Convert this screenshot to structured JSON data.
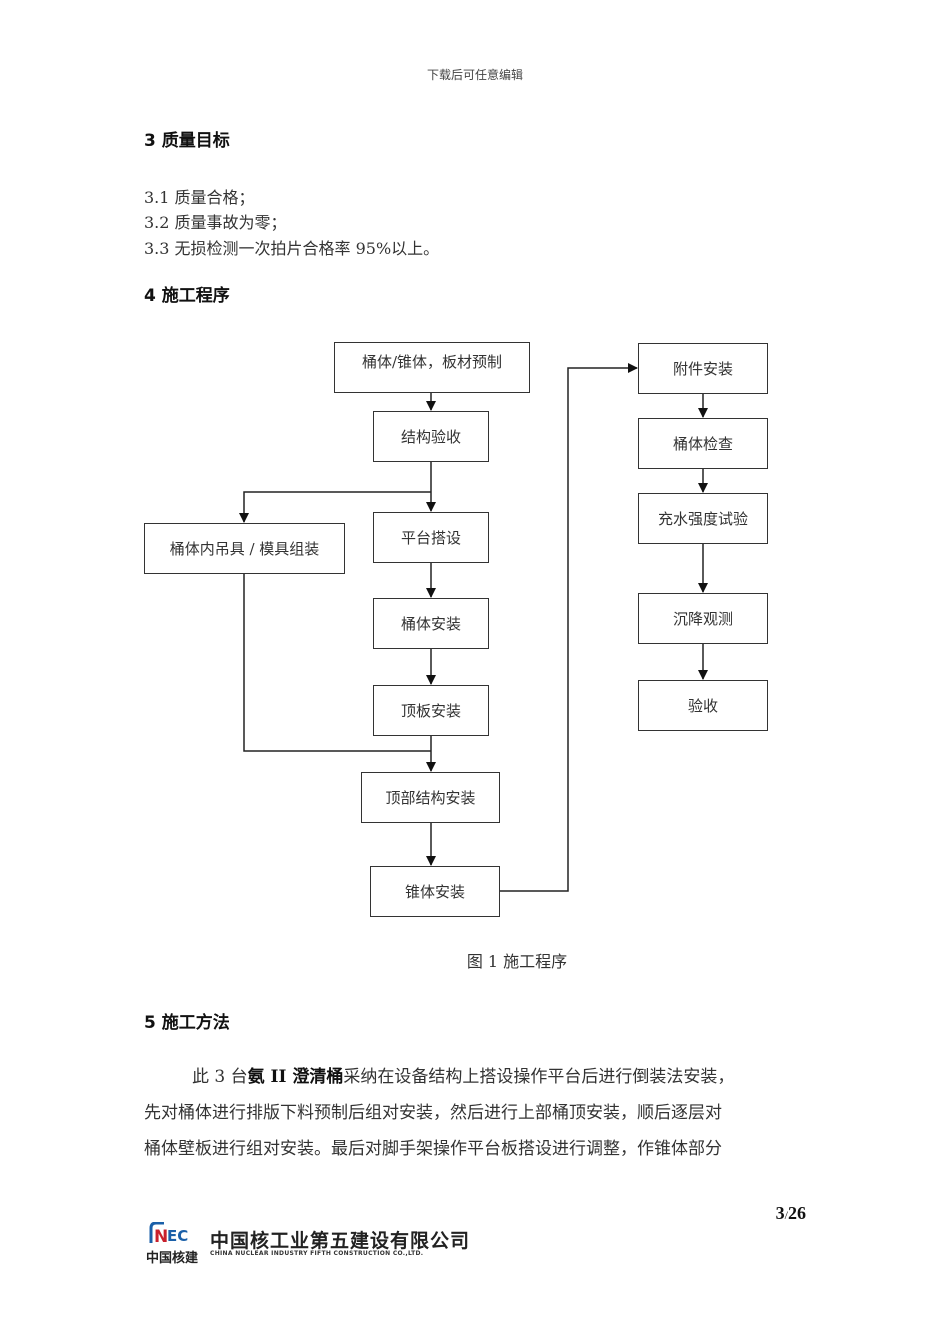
{
  "header_note": "下载后可任意编辑",
  "sections": {
    "s3": {
      "title": "3  质量目标",
      "items": [
        "3.1 质量合格；",
        "3.2 质量事故为零；",
        "3.3 无损检测一次拍片合格率 95%以上。"
      ]
    },
    "s4": {
      "title": "4  施工程序"
    },
    "s5": {
      "title": "5  施工方法",
      "para_prefix": "此 3 台",
      "para_bold": "氨 II 澄清桶",
      "para_line1_rest": "采纳在设备结构上搭设操作平台后进行倒装法安装，",
      "para_line2": "先对桶体进行排版下料预制后组对安装，然后进行上部桶顶安装，顺后逐层对",
      "para_line3": "桶体壁板进行组对安装。最后对脚手架操作平台板搭设进行调整，作锥体部分"
    }
  },
  "flowchart": {
    "nodes": {
      "prefab": "桶体/锥体，板材预制",
      "struct_accept": "结构验收",
      "inner_hoist": "桶体内吊具 / 模具组装",
      "platform": "平台搭设",
      "shell_install": "桶体安装",
      "roof_install": "顶板安装",
      "top_struct": "顶部结构安装",
      "cone_install": "锥体安装",
      "attachments": "附件安装",
      "shell_check": "桶体检查",
      "water_test": "充水强度试验",
      "settlement": "沉降观测",
      "final_accept": "验收"
    },
    "caption": "图 1   施工程序"
  },
  "footer": {
    "page_current": "3",
    "page_sep": "/",
    "page_total": "26",
    "logo_mark": "NEC",
    "logo_cn": "中国核建",
    "company_cn": "中国核工业第五建设有限公司",
    "company_en": "CHINA NUCLEAR INDUSTRY FIFTH CONSTRUCTION CO.,LTD."
  }
}
